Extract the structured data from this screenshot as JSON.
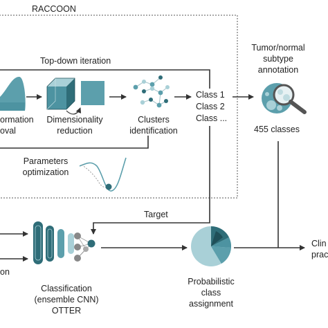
{
  "title": "RACCOON",
  "topdown": "Top-down iteration",
  "info_removal": [
    "ormation",
    "oval"
  ],
  "dim_reduction": [
    "Dimensionality",
    "reduction"
  ],
  "clusters": [
    "Clusters",
    "identification"
  ],
  "classes": [
    "Class 1",
    "Class 2",
    "Class ..."
  ],
  "tumor": [
    "Tumor/normal",
    "subtype",
    "annotation"
  ],
  "classes_count": "455 classes",
  "params": [
    "Parameters",
    "optimization"
  ],
  "target": "Target",
  "classification": [
    "Classification",
    "(ensemble CNN)",
    "OTTER"
  ],
  "probabilistic": [
    "Probabilistic",
    "class",
    "assignment"
  ],
  "clinical": [
    "Clin",
    "prac"
  ],
  "left_partial": "on",
  "colors": {
    "teal_dark": "#2f6d78",
    "teal": "#5c9fac",
    "teal_light": "#a9d0d7",
    "line": "#333333"
  }
}
